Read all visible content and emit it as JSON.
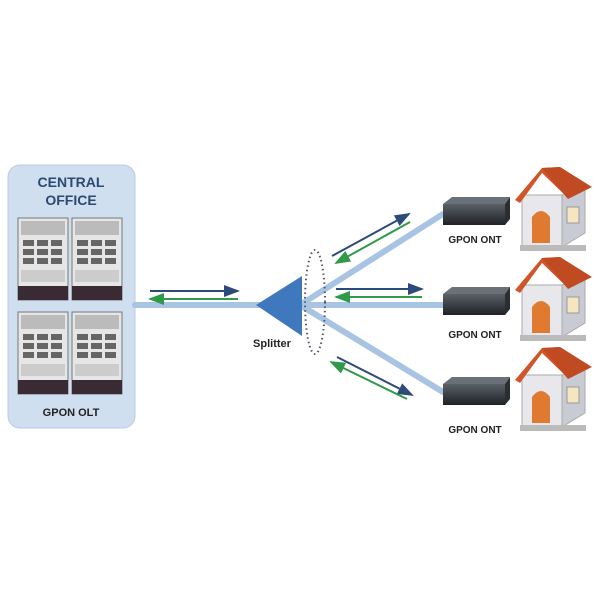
{
  "central_office": {
    "title_line1": "CENTRAL",
    "title_line2": "OFFICE",
    "olt_label": "GPON OLT"
  },
  "splitter": {
    "label": "Splitter"
  },
  "onts": [
    {
      "label": "GPON ONT"
    },
    {
      "label": "GPON ONT"
    },
    {
      "label": "GPON ONT"
    }
  ],
  "colors": {
    "office_bg": "#cfdff0",
    "title_text": "#2b4a72",
    "fiber": "#a9c4e2",
    "downstream_arrow": "#2c4a7a",
    "upstream_arrow": "#2e9a4a",
    "splitter": "#3f78bd",
    "roof": "#d0552a",
    "door": "#e07a30"
  }
}
